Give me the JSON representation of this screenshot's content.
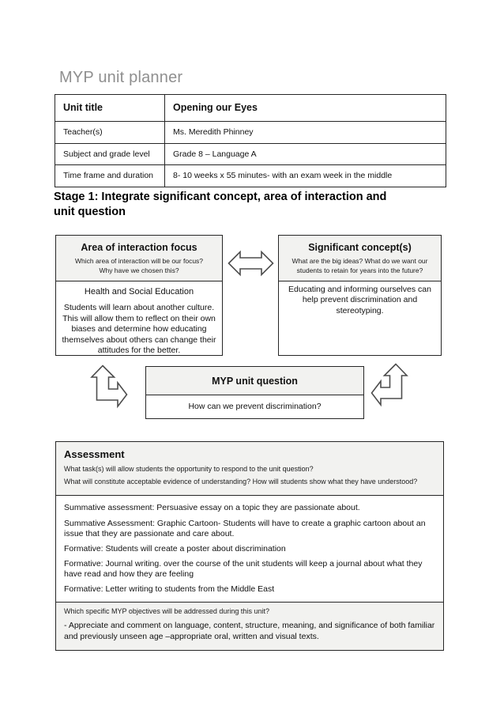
{
  "page": {
    "title": "MYP unit planner"
  },
  "info_table": {
    "rows": [
      {
        "label": "Unit title",
        "value": "Opening our Eyes"
      },
      {
        "label": "Teacher(s)",
        "value": "Ms. Meredith Phinney"
      },
      {
        "label": "Subject and grade level",
        "value": "Grade 8 – Language A"
      },
      {
        "label": "Time frame and duration",
        "value": "8- 10 weeks x 55 minutes- with an exam week in the middle"
      }
    ]
  },
  "stage1": {
    "heading_line1": "Stage 1: Integrate significant concept, area of interaction and",
    "heading_line2": "unit question"
  },
  "area_of_interaction": {
    "title": "Area of interaction focus",
    "prompt_line1": "Which area of interaction will be our focus?",
    "prompt_line2": "Why have we chosen this?",
    "answer_title": "Health and Social Education",
    "answer_body": "Students will learn about another culture. This will allow them to reflect on their own biases and determine how educating themselves about others can change their attitudes for the better."
  },
  "significant_concept": {
    "title": "Significant concept(s)",
    "prompt": "What are the big ideas? What do we want our students to retain for years into the future?",
    "answer": "Educating and informing ourselves can help prevent discrimination and stereotyping."
  },
  "unit_question": {
    "title": "MYP unit question",
    "answer": "How can we prevent discrimination?"
  },
  "assessment": {
    "title": "Assessment",
    "prompts": [
      "What task(s) will allow students the opportunity to respond to the unit question?",
      "What will constitute acceptable evidence of understanding? How will students show what they have understood?"
    ],
    "items": [
      "Summative assessment: Persuasive essay on a topic they are passionate about.",
      "Summative Assessment: Graphic Cartoon- Students will have to create a graphic cartoon about an issue that they are passionate and care about.",
      "Formative: Students will create a poster about discrimination",
      "Formative: Journal writing. over the course of the unit students will keep a journal about what they have read and how they are feeling",
      "Formative: Letter writing to students from the Middle East"
    ],
    "objectives_prompt": "Which specific MYP objectives will be addressed during this unit?",
    "objectives_answer": "- Appreciate and comment on language, content, structure, meaning, and significance of both familiar and previously unseen age –appropriate oral, written and visual texts."
  },
  "colors": {
    "section_fill": "#f2f2f0",
    "border": "#262626",
    "title_gray": "#8f8f8f"
  }
}
